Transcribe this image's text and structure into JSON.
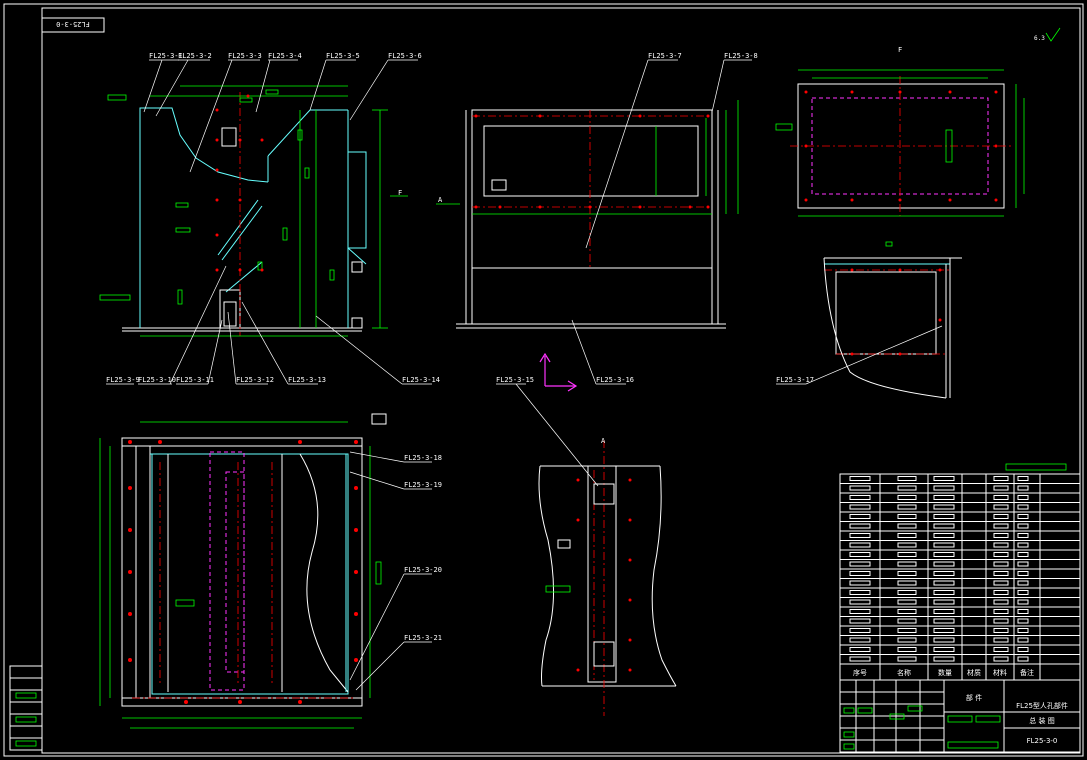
{
  "drawing": {
    "corner_code": "FL25-3-0",
    "view_marks": {
      "a": "A",
      "f": "F"
    },
    "roughness": "6.3",
    "part_labels": [
      {
        "id": "p1",
        "text": "FL25-3-1"
      },
      {
        "id": "p2",
        "text": "FL25-3-2"
      },
      {
        "id": "p3",
        "text": "FL25-3-3"
      },
      {
        "id": "p4",
        "text": "FL25-3-4"
      },
      {
        "id": "p5",
        "text": "FL25-3-5"
      },
      {
        "id": "p6",
        "text": "FL25-3-6"
      },
      {
        "id": "p7",
        "text": "FL25-3-7"
      },
      {
        "id": "p8",
        "text": "FL25-3-8"
      },
      {
        "id": "p9",
        "text": "FL25-3-9"
      },
      {
        "id": "p10",
        "text": "FL25-3-10"
      },
      {
        "id": "p11",
        "text": "FL25-3-11"
      },
      {
        "id": "p12",
        "text": "FL25-3-12"
      },
      {
        "id": "p13",
        "text": "FL25-3-13"
      },
      {
        "id": "p14",
        "text": "FL25-3-14"
      },
      {
        "id": "p15",
        "text": "FL25-3-15"
      },
      {
        "id": "p16",
        "text": "FL25-3-16"
      },
      {
        "id": "p17",
        "text": "FL25-3-17"
      },
      {
        "id": "p18",
        "text": "FL25-3-18"
      },
      {
        "id": "p19",
        "text": "FL25-3-19"
      },
      {
        "id": "p20",
        "text": "FL25-3-20"
      },
      {
        "id": "p21",
        "text": "FL25-3-21"
      }
    ]
  },
  "title_block": {
    "columns": [
      "序号",
      "名称",
      "数量",
      "材质",
      "材料",
      "备注"
    ],
    "part_name": "部 件",
    "product": "FL25型人孔部件",
    "sub_title": "总 装 图",
    "drawing_no": "FL25-3-0"
  },
  "colors": {
    "background": "#000000",
    "outline": "#ffffff",
    "dimension": "#00ff00",
    "profile": "#66ffff",
    "centerline": "#ff0000",
    "hidden": "#ff33ff"
  }
}
